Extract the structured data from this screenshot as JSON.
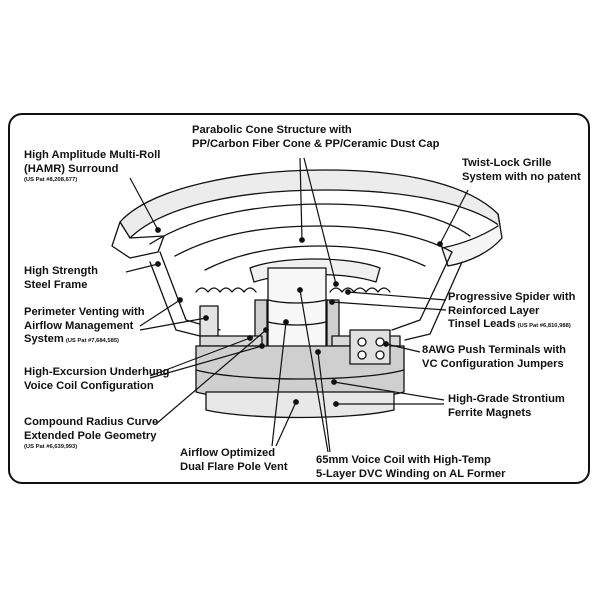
{
  "labels": {
    "cone": {
      "line1": "Parabolic Cone Structure with",
      "line2": "PP/Carbon Fiber Cone & PP/Ceramic Dust Cap"
    },
    "surround": {
      "line1": "High Amplitude Multi-Roll",
      "line2": "(HAMR) Surround",
      "patent": "(US Pat #8,208,677)"
    },
    "grille": {
      "line1": "Twist-Lock Grille",
      "line2": "System with no patent"
    },
    "frame": {
      "line1": "High Strength",
      "line2": "Steel Frame"
    },
    "venting": {
      "line1": "Perimeter Venting with",
      "line2": "Airflow Management",
      "line3": "System",
      "patent": "(US Pat #7,684,585)"
    },
    "spider": {
      "line1": "Progressive Spider with",
      "line2": "Reinforced Layer",
      "line3": "Tinsel Leads",
      "patent": "(US Pat #6,810,988)"
    },
    "terminals": {
      "line1": "8AWG Push Terminals with",
      "line2": "VC Configuration Jumpers"
    },
    "underhung": {
      "line1": "High-Excursion Underhung",
      "line2": "Voice Coil Configuration"
    },
    "magnets": {
      "line1": "High-Grade Strontium",
      "line2": "Ferrite Magnets"
    },
    "pole": {
      "line1": "Compound Radius Curve",
      "line2": "Extended Pole Geometry",
      "patent": "(US Pat #6,639,993)"
    },
    "vent": {
      "line1": "Airflow Optimized",
      "line2": "Dual Flare Pole Vent"
    },
    "coil": {
      "line1": "65mm Voice Coil  with High-Temp",
      "line2": "5-Layer DVC Winding on AL Former"
    }
  },
  "colors": {
    "ink": "#111111",
    "paper": "#ffffff",
    "shade": "#d9d9d9",
    "midshade": "#bdbdbd"
  }
}
